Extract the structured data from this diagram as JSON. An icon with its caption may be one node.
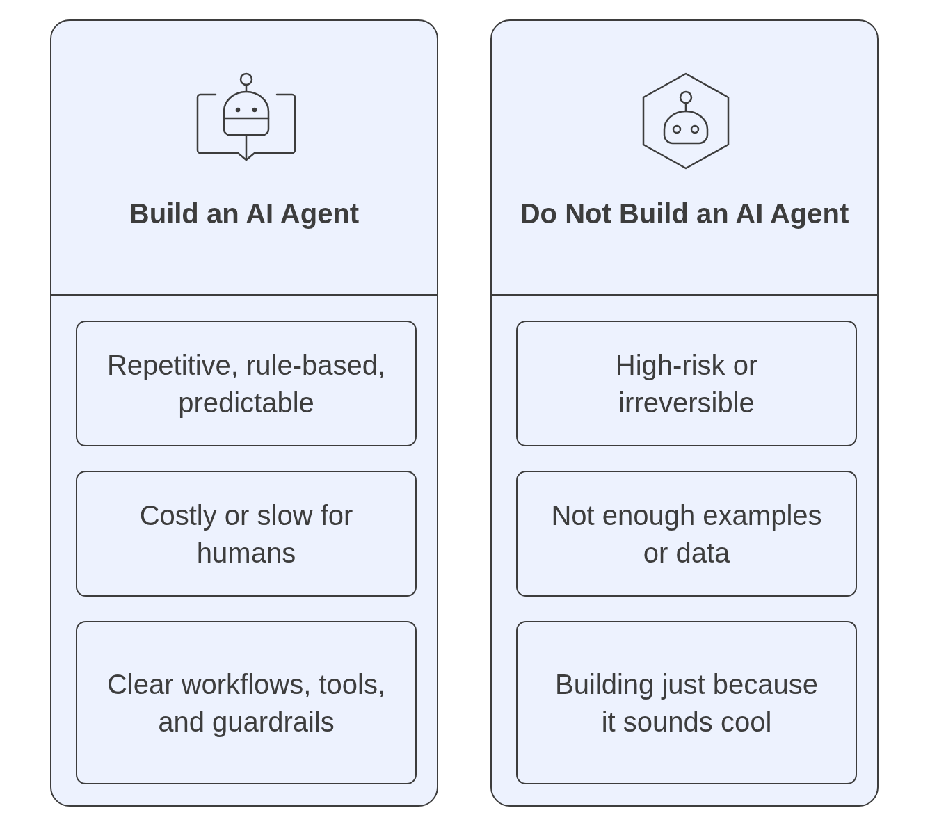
{
  "diagram": {
    "nodes": [
      {
        "text": [
          "Build an AI Agent"
        ]
      },
      {
        "text": [
          "Repetitive, rule-based, predictable"
        ],
        "in": 0
      },
      {
        "text": [
          "Costly or slow for humans"
        ],
        "in": 0
      },
      {
        "text": [
          "Clear workflows, tools, and guardrails"
        ],
        "in": 0
      },
      {
        "text": [
          "Do Not Build an AI Agent"
        ]
      },
      {
        "text": [
          "High-risk or irreversible"
        ],
        "in": 4
      },
      {
        "text": [
          "Not enough examples or data"
        ],
        "in": 4
      },
      {
        "text": [
          "Building just because it sounds cool"
        ],
        "in": 4
      }
    ],
    "edges": []
  }
}
